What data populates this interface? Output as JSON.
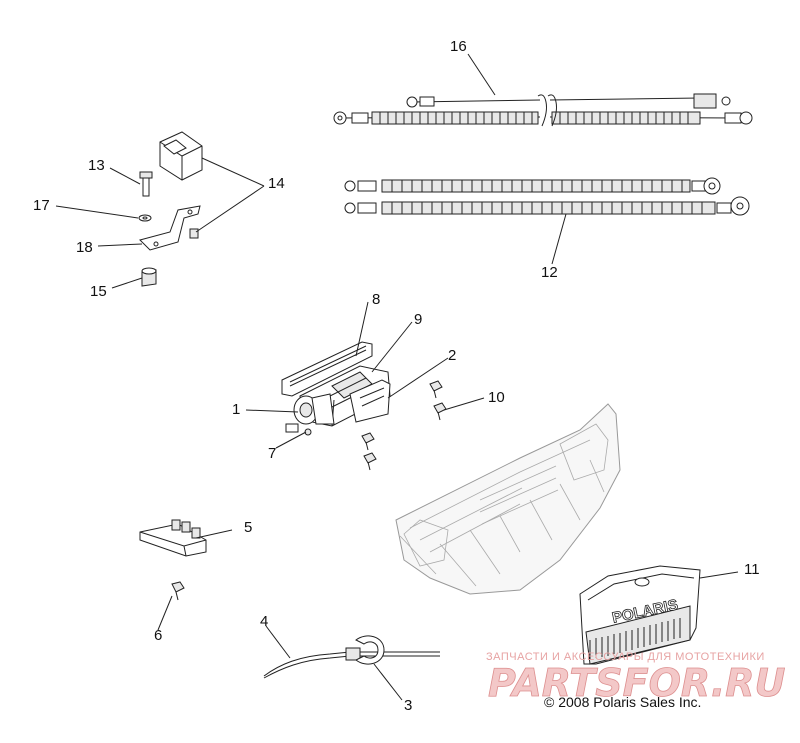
{
  "callouts": {
    "c1": "1",
    "c2": "2",
    "c3": "3",
    "c4": "4",
    "c5": "5",
    "c6": "6",
    "c7": "7",
    "c8": "8",
    "c9": "9",
    "c10": "10",
    "c11": "11",
    "c12": "12",
    "c13": "13",
    "c14": "14",
    "c15": "15",
    "c16": "16",
    "c17": "17",
    "c18": "18"
  },
  "copyright": "© 2008 Polaris Sales Inc.",
  "watermark": {
    "tagline": "ЗАПЧАСТИ И АКСЕССУАРЫ ДЛЯ МОТОТЕХНИКИ",
    "logo": "PARTSFOR.RU"
  },
  "plate_text": "POLARIS",
  "colors": {
    "line": "#222222",
    "ghost": "#999999",
    "watermark": "#dd8f8f"
  }
}
